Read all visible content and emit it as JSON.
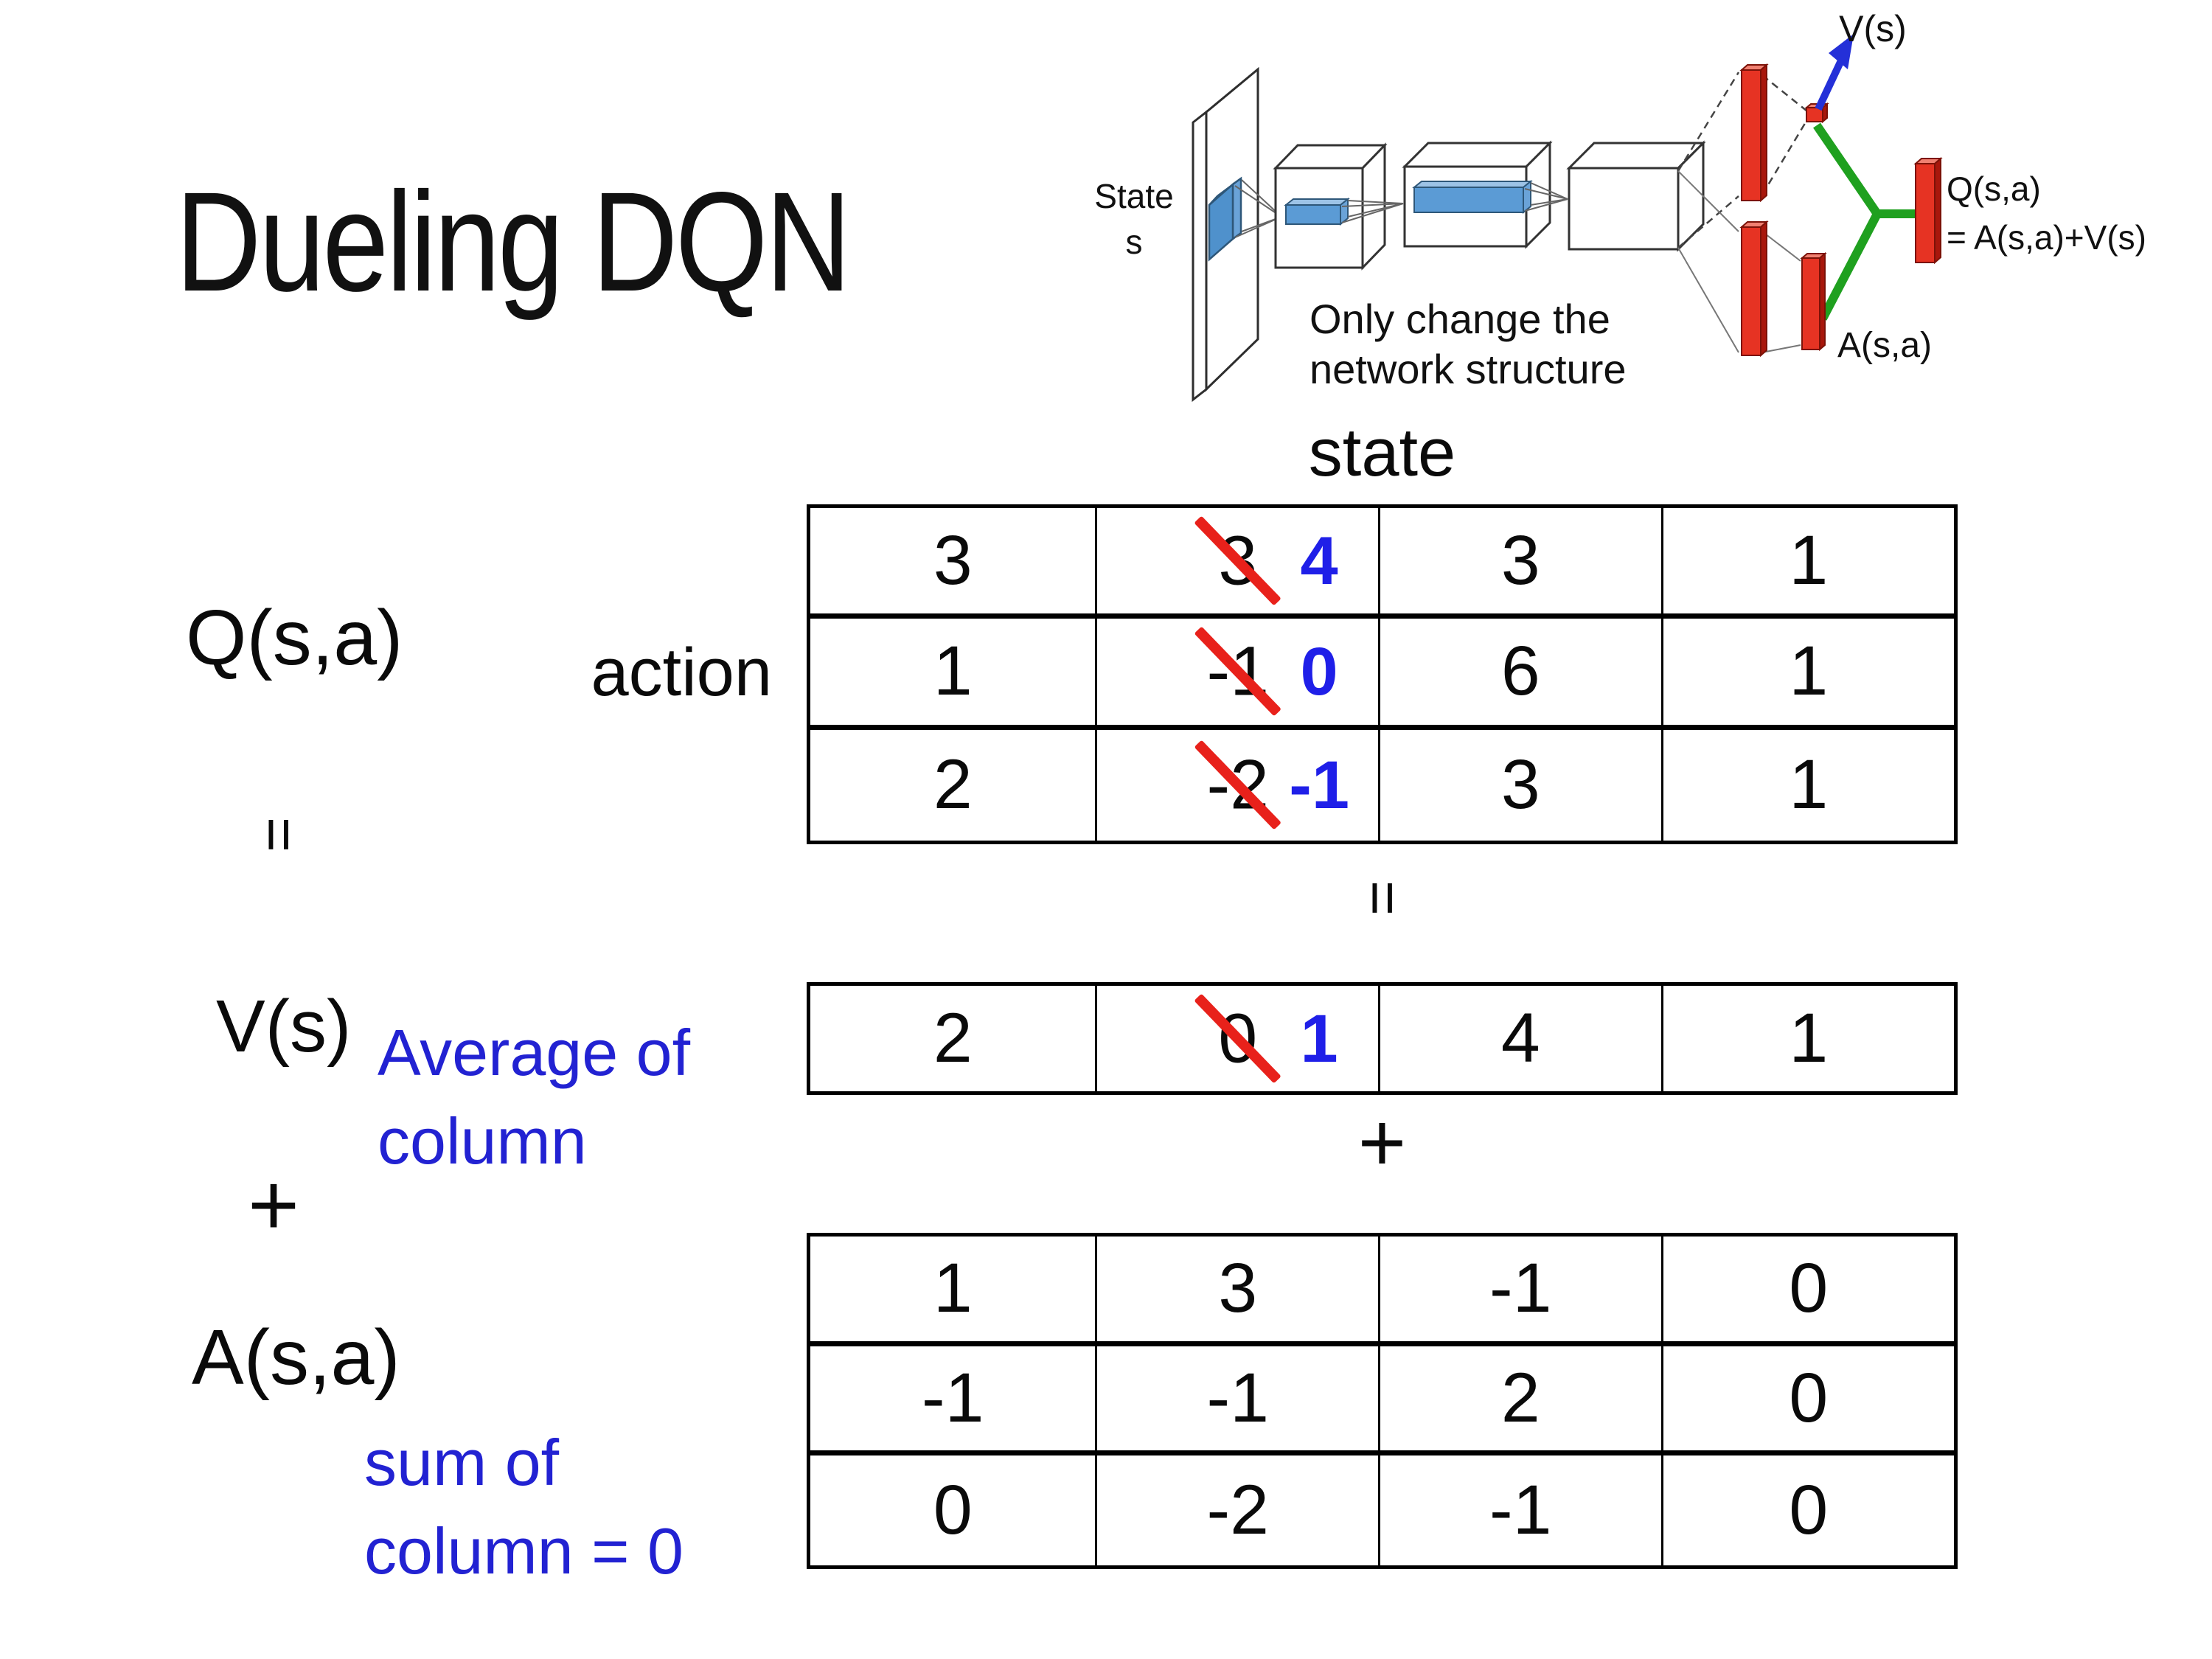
{
  "slide": {
    "title": "Dueling DQN"
  },
  "colors": {
    "annotation_blue": "#2222d2",
    "table_new_blue": "#1f1fe8",
    "strike_red": "#e8211b",
    "bar_red": "#e63323",
    "filter_blue": "#5b9bd5",
    "link_green": "#1fa01f",
    "arrow_blue": "#2430d8"
  },
  "diagram": {
    "state_line1": "State",
    "state_line2": "s",
    "note_line1": "Only change the",
    "note_line2": "network structure",
    "v_out_label": "V(s)",
    "a_out_label": "A(s,a)",
    "q_out_label": "Q(s,a)",
    "q_out_formula": "= A(s,a)+V(s)"
  },
  "labels": {
    "q": "Q(s,a)",
    "equals_left": "=",
    "v": "V(s)",
    "plus_left": "+",
    "a": "A(s,a)",
    "equals_mid": "=",
    "plus_mid": "+",
    "state_header": "state",
    "action": "action",
    "avg_line1": "Average of",
    "avg_line2": "column",
    "sum_line1": "sum of",
    "sum_line2": "column = 0"
  },
  "q_table": {
    "rows": [
      {
        "c1": "3",
        "c2_old": "3",
        "c2_new": "4",
        "c3": "3",
        "c4": "1"
      },
      {
        "c1": "1",
        "c2_old": "-1",
        "c2_new": "0",
        "c3": "6",
        "c4": "1"
      },
      {
        "c1": "2",
        "c2_old": "-2",
        "c2_new": "-1",
        "c3": "3",
        "c4": "1"
      }
    ]
  },
  "v_table": {
    "c1": "2",
    "c2_old": "0",
    "c2_new": "1",
    "c3": "4",
    "c4": "1"
  },
  "a_table": {
    "rows": [
      {
        "c1": "1",
        "c2": "3",
        "c3": "-1",
        "c4": "0"
      },
      {
        "c1": "-1",
        "c2": "-1",
        "c3": "2",
        "c4": "0"
      },
      {
        "c1": "0",
        "c2": "-2",
        "c3": "-1",
        "c4": "0"
      }
    ]
  }
}
